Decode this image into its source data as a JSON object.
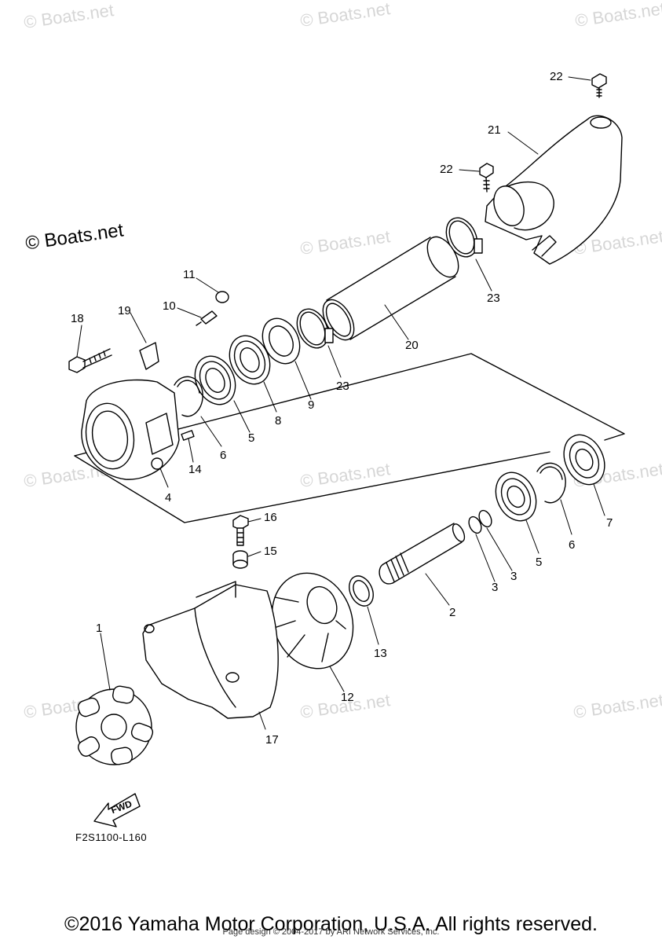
{
  "watermark": {
    "main": "© Boats.net",
    "faint": "© Boats.net"
  },
  "figure_code": "F2S1100-L160",
  "fwd_label": "FWD",
  "footer": {
    "copyright": "©2016 Yamaha Motor Corporation, U.S.A. All rights reserved.",
    "credit": "Page design © 2004-2017 by ARI Network Services, Inc."
  },
  "callouts": [
    {
      "key": "c22a",
      "text": "22"
    },
    {
      "key": "c21",
      "text": "21"
    },
    {
      "key": "c22b",
      "text": "22"
    },
    {
      "key": "c23a",
      "text": "23"
    },
    {
      "key": "c20",
      "text": "20"
    },
    {
      "key": "c11",
      "text": "11"
    },
    {
      "key": "c10",
      "text": "10"
    },
    {
      "key": "c18",
      "text": "18"
    },
    {
      "key": "c19",
      "text": "19"
    },
    {
      "key": "c23b",
      "text": "23"
    },
    {
      "key": "c9",
      "text": "9"
    },
    {
      "key": "c8",
      "text": "8"
    },
    {
      "key": "c5a",
      "text": "5"
    },
    {
      "key": "c6a",
      "text": "6"
    },
    {
      "key": "c14",
      "text": "14"
    },
    {
      "key": "c4",
      "text": "4"
    },
    {
      "key": "c16",
      "text": "16"
    },
    {
      "key": "c15",
      "text": "15"
    },
    {
      "key": "c7",
      "text": "7"
    },
    {
      "key": "c6b",
      "text": "6"
    },
    {
      "key": "c5b",
      "text": "5"
    },
    {
      "key": "c3a",
      "text": "3"
    },
    {
      "key": "c3b",
      "text": "3"
    },
    {
      "key": "c2",
      "text": "2"
    },
    {
      "key": "c13",
      "text": "13"
    },
    {
      "key": "c1",
      "text": "1"
    },
    {
      "key": "c12",
      "text": "12"
    },
    {
      "key": "c17",
      "text": "17"
    }
  ]
}
